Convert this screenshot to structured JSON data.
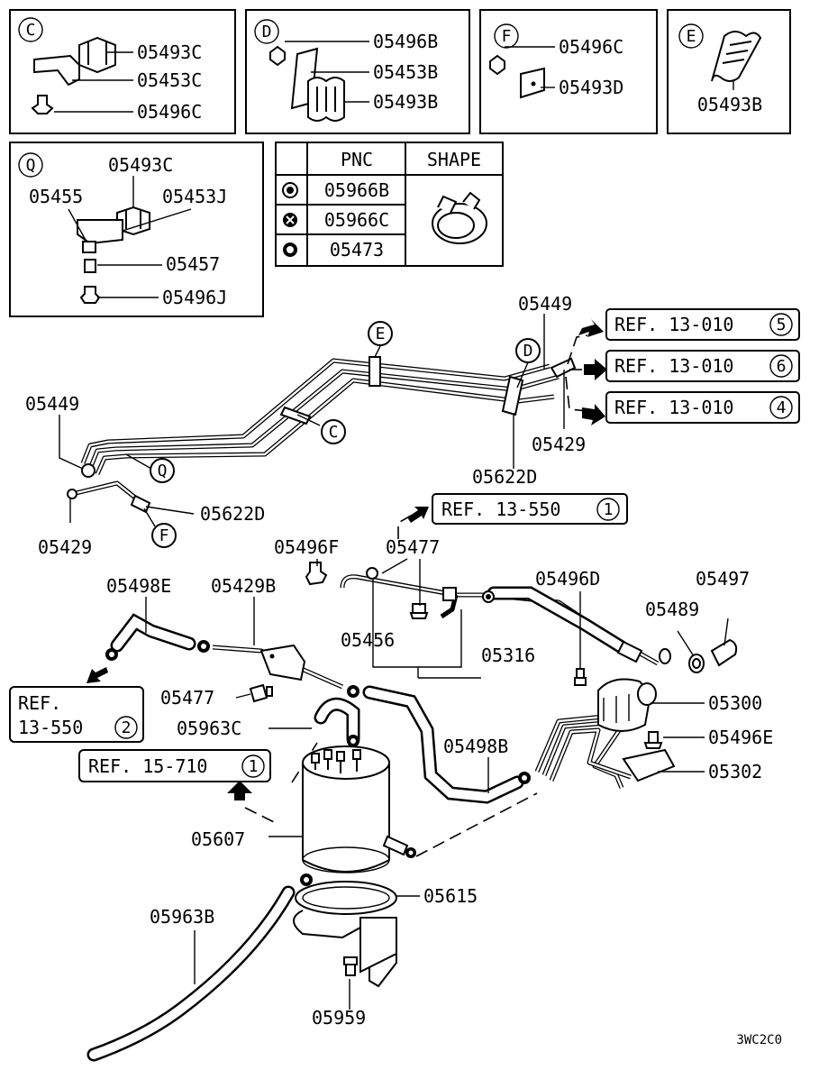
{
  "inset_boxes": [
    {
      "letter": "C",
      "parts": [
        "05493C",
        "05453C",
        "05496C"
      ]
    },
    {
      "letter": "D",
      "parts": [
        "05496B",
        "05453B",
        "05493B"
      ]
    },
    {
      "letter": "F",
      "parts": [
        "05496C",
        "05493D"
      ]
    },
    {
      "letter": "E",
      "parts": [
        "05493B"
      ]
    },
    {
      "letter": "Q",
      "parts": [
        "05493C",
        "05455",
        "05453J",
        "05457",
        "05496J"
      ]
    }
  ],
  "shape_table": {
    "headers": [
      "PNC",
      "SHAPE"
    ],
    "rows": [
      {
        "symbol": "dot-circle-icon",
        "pnc": "05966B"
      },
      {
        "symbol": "cross-circle-icon",
        "pnc": "05966C"
      },
      {
        "symbol": "ring-icon",
        "pnc": "05473"
      }
    ]
  },
  "references": {
    "ref5": {
      "text": "REF. 13-010",
      "num": "5"
    },
    "ref6": {
      "text": "REF. 13-010",
      "num": "6"
    },
    "ref4": {
      "text": "REF. 13-010",
      "num": "4"
    },
    "ref550_1": {
      "text": "REF. 13-550",
      "num": "1"
    },
    "ref550_2_line1": "REF.",
    "ref550_2_line2": "13-550",
    "ref550_2_num": "2",
    "ref710": {
      "text": "REF. 15-710",
      "num": "1"
    }
  },
  "callout_letters": {
    "E": "E",
    "D": "D",
    "C": "C",
    "Q": "Q",
    "F": "F"
  },
  "labels": {
    "p05449_top": "05449",
    "p05449_left": "05449",
    "p05429_right": "05429",
    "p05429_left": "05429",
    "p05622D_right": "05622D",
    "p05622D_left": "05622D",
    "p05496F": "05496F",
    "p05477_top": "05477",
    "p05496D": "05496D",
    "p05497": "05497",
    "p05489": "05489",
    "p05498E": "05498E",
    "p05429B": "05429B",
    "p05456": "05456",
    "p05316": "05316",
    "p05477_mid": "05477",
    "p05300": "05300",
    "p05963C": "05963C",
    "p05496E": "05496E",
    "p05498B": "05498B",
    "p05302": "05302",
    "p05607": "05607",
    "p05615": "05615",
    "p05963B": "05963B",
    "p05959": "05959"
  },
  "diagram_code": "3WC2C0"
}
